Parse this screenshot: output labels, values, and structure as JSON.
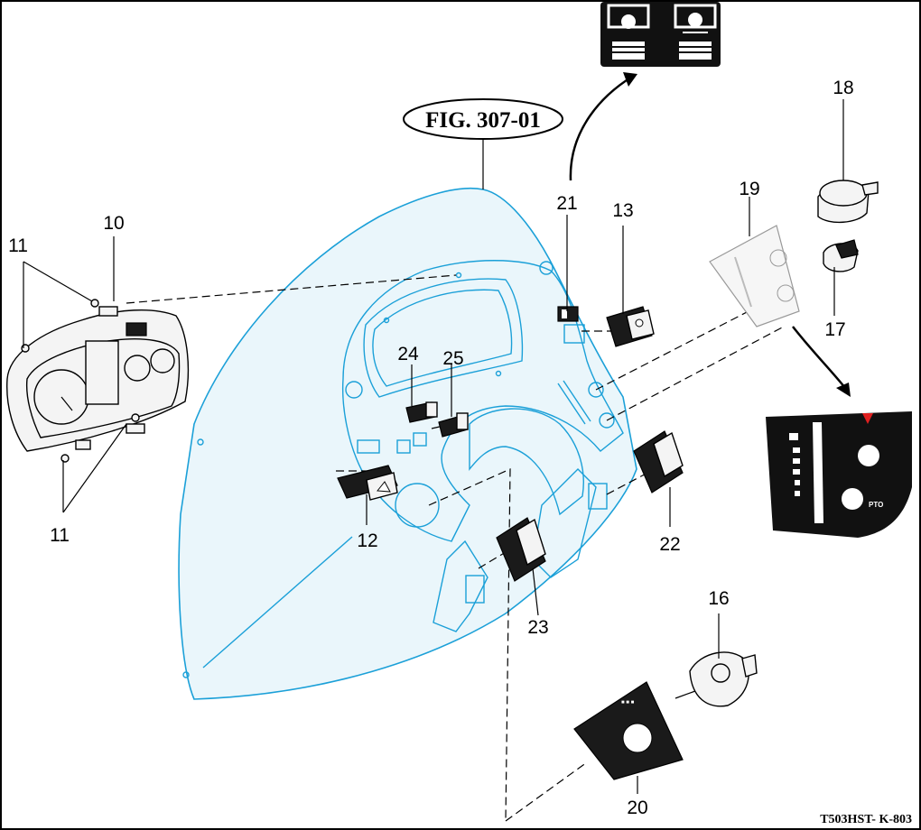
{
  "figure_ref": "FIG. 307-01",
  "doc_id": "T503HST- K-803",
  "callouts": {
    "c10": "10",
    "c11a": "11",
    "c11b": "11",
    "c12": "12",
    "c13": "13",
    "c16": "16",
    "c17": "17",
    "c18": "18",
    "c19": "19",
    "c20": "20",
    "c21": "21",
    "c22": "22",
    "c23": "23",
    "c24": "24",
    "c25": "25"
  },
  "insets": {
    "hitch_symbols": "hitch-raise-lower-icons",
    "key_panel_label": "PTO"
  },
  "colors": {
    "line": "#1ba0d8",
    "panel_fill": "#eaf6fb",
    "ink": "#000000",
    "warning_red": "#e02020"
  }
}
